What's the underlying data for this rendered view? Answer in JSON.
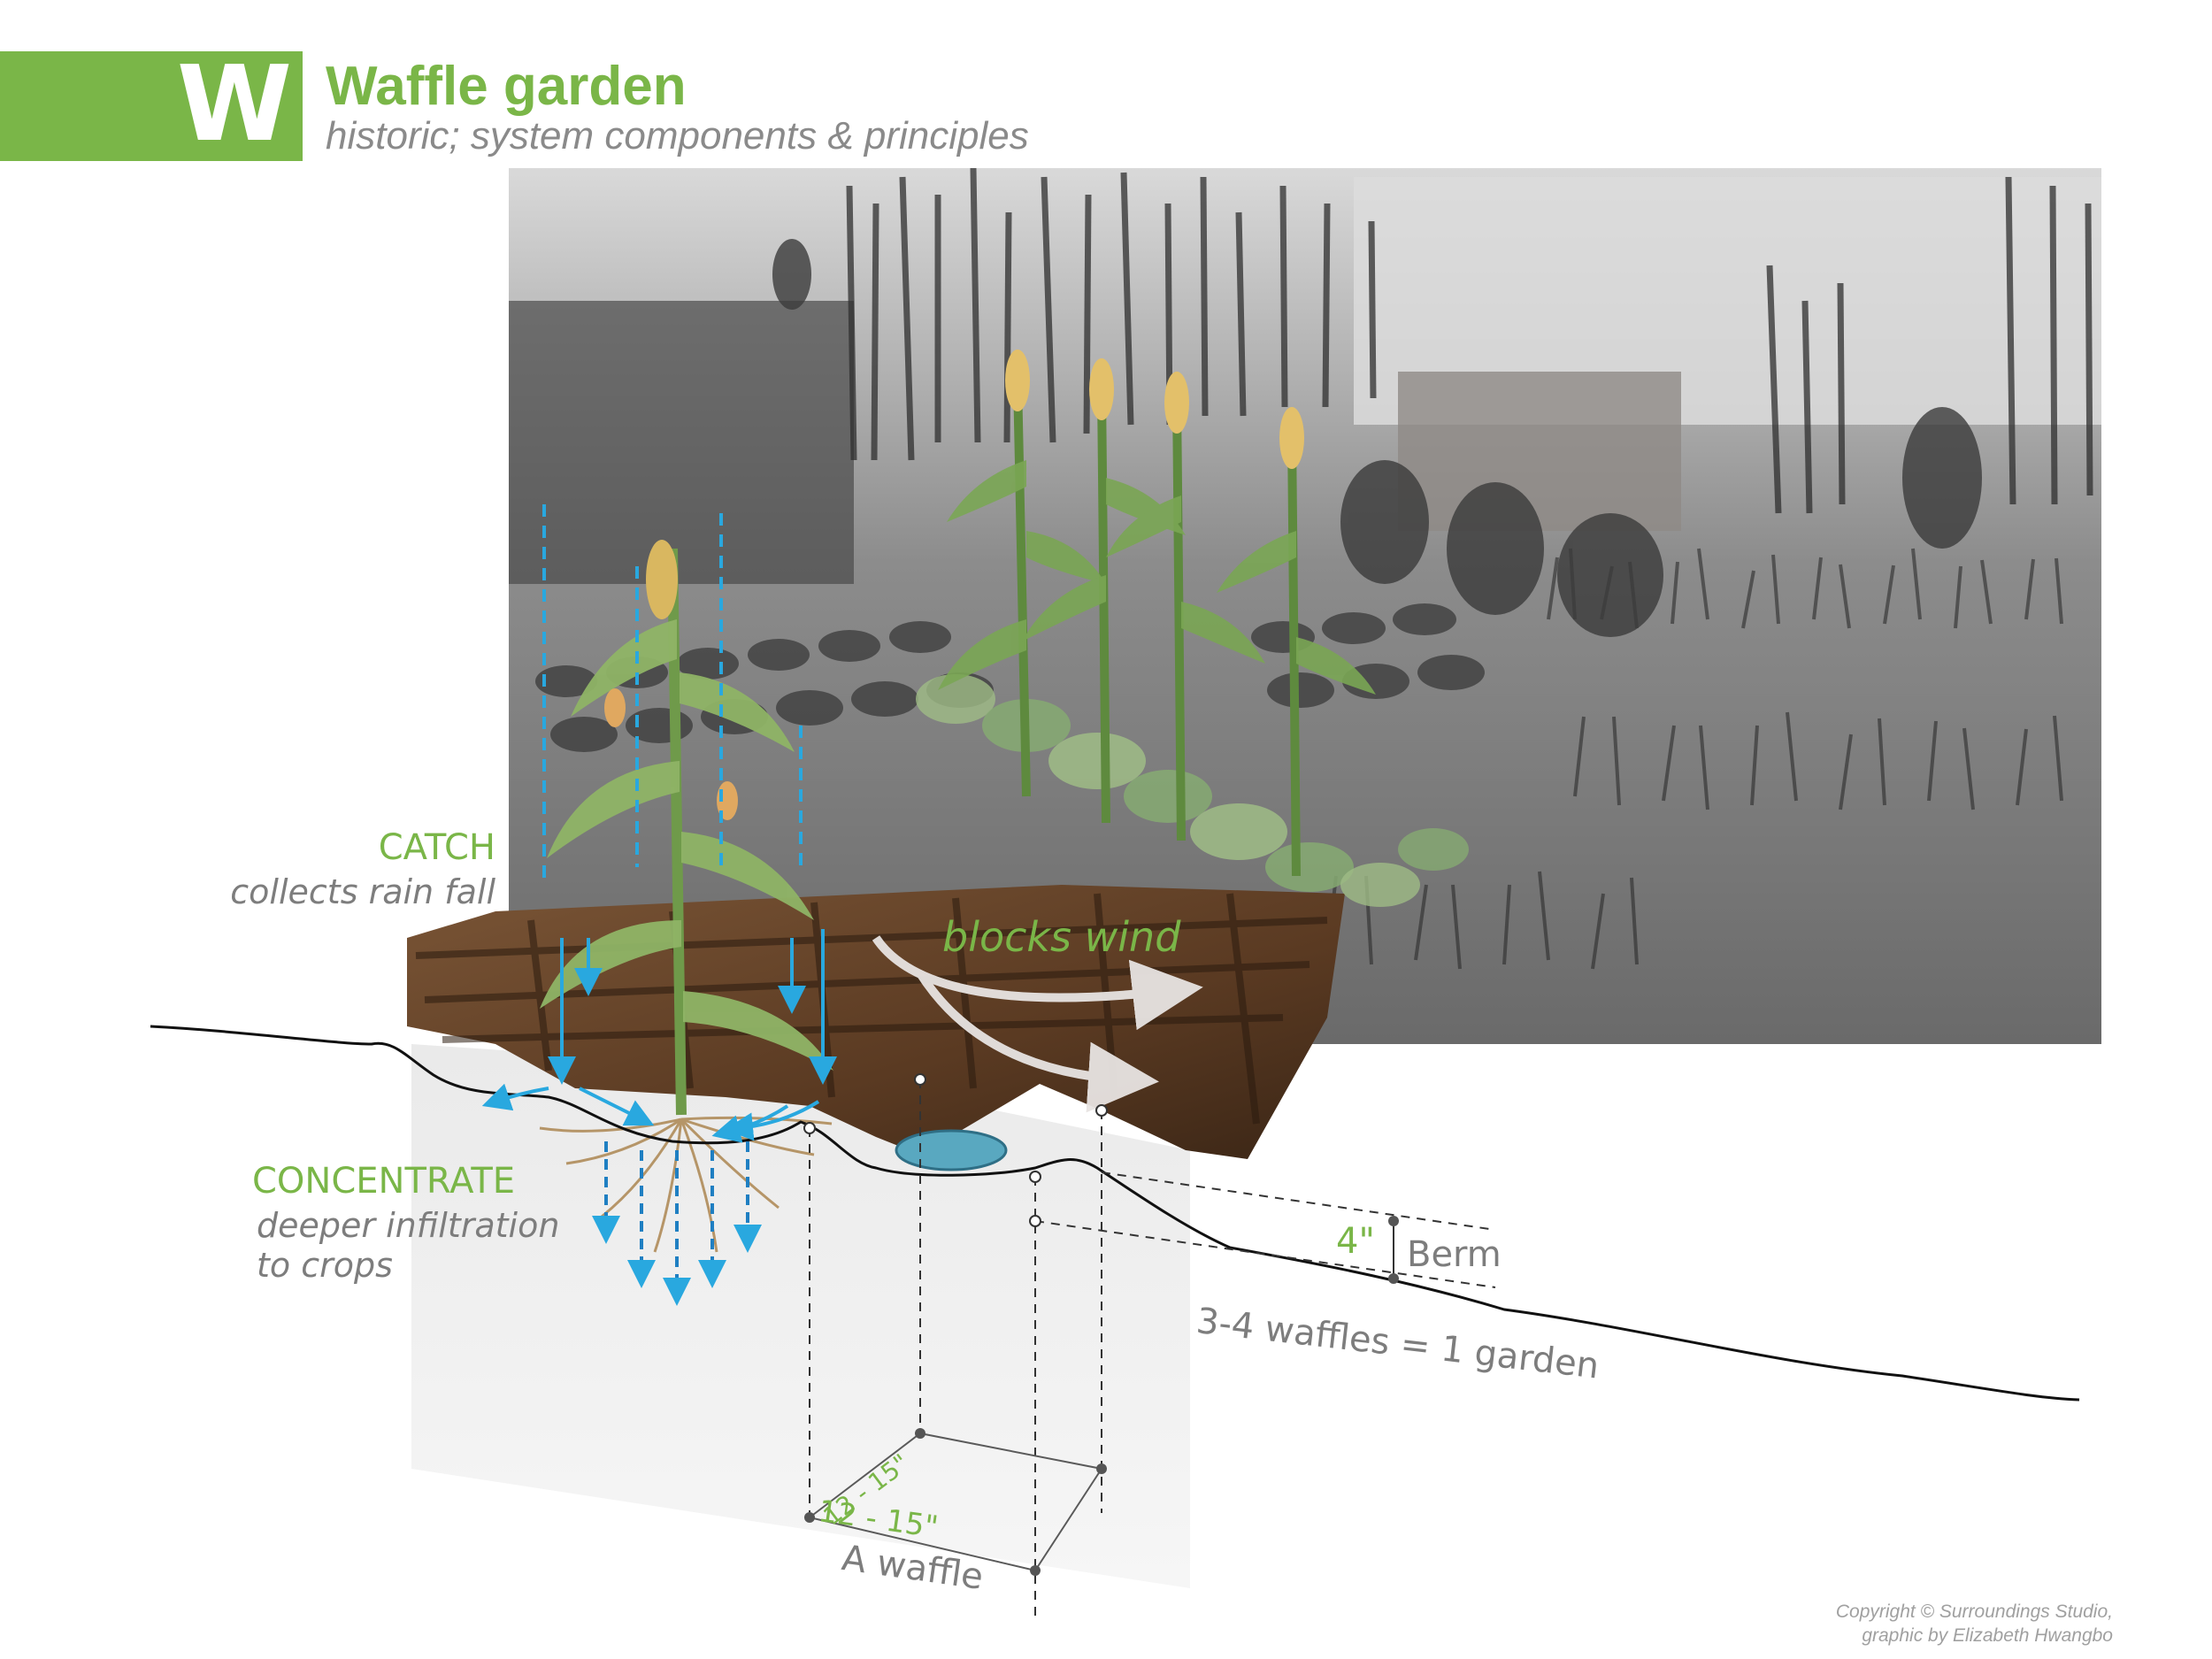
{
  "header": {
    "badge_letter": "W",
    "title": "Waffle garden",
    "subtitle": "historic; system components & principles"
  },
  "labels": {
    "catch_title": "CATCH",
    "catch_desc": "collects rain fall",
    "concentrate_title": "CONCENTRATE",
    "concentrate_desc_1": "deeper infiltration",
    "concentrate_desc_2": "to crops",
    "blocks_wind": "blocks wind",
    "berm_height": "4\"",
    "berm_label": "Berm",
    "garden_count": "3-4 waffles = 1 garden",
    "waffle_width": "12 - 15\"",
    "waffle_depth": "12 - 15\"",
    "waffle_label": "A waffle"
  },
  "copyright": {
    "line1": "Copyright ©  Surroundings Studio,",
    "line2": "graphic by Elizabeth Hwangbo"
  },
  "colors": {
    "accent_green": "#7ab648",
    "water_blue": "#29a8df",
    "label_grey": "#7d7d7d"
  }
}
